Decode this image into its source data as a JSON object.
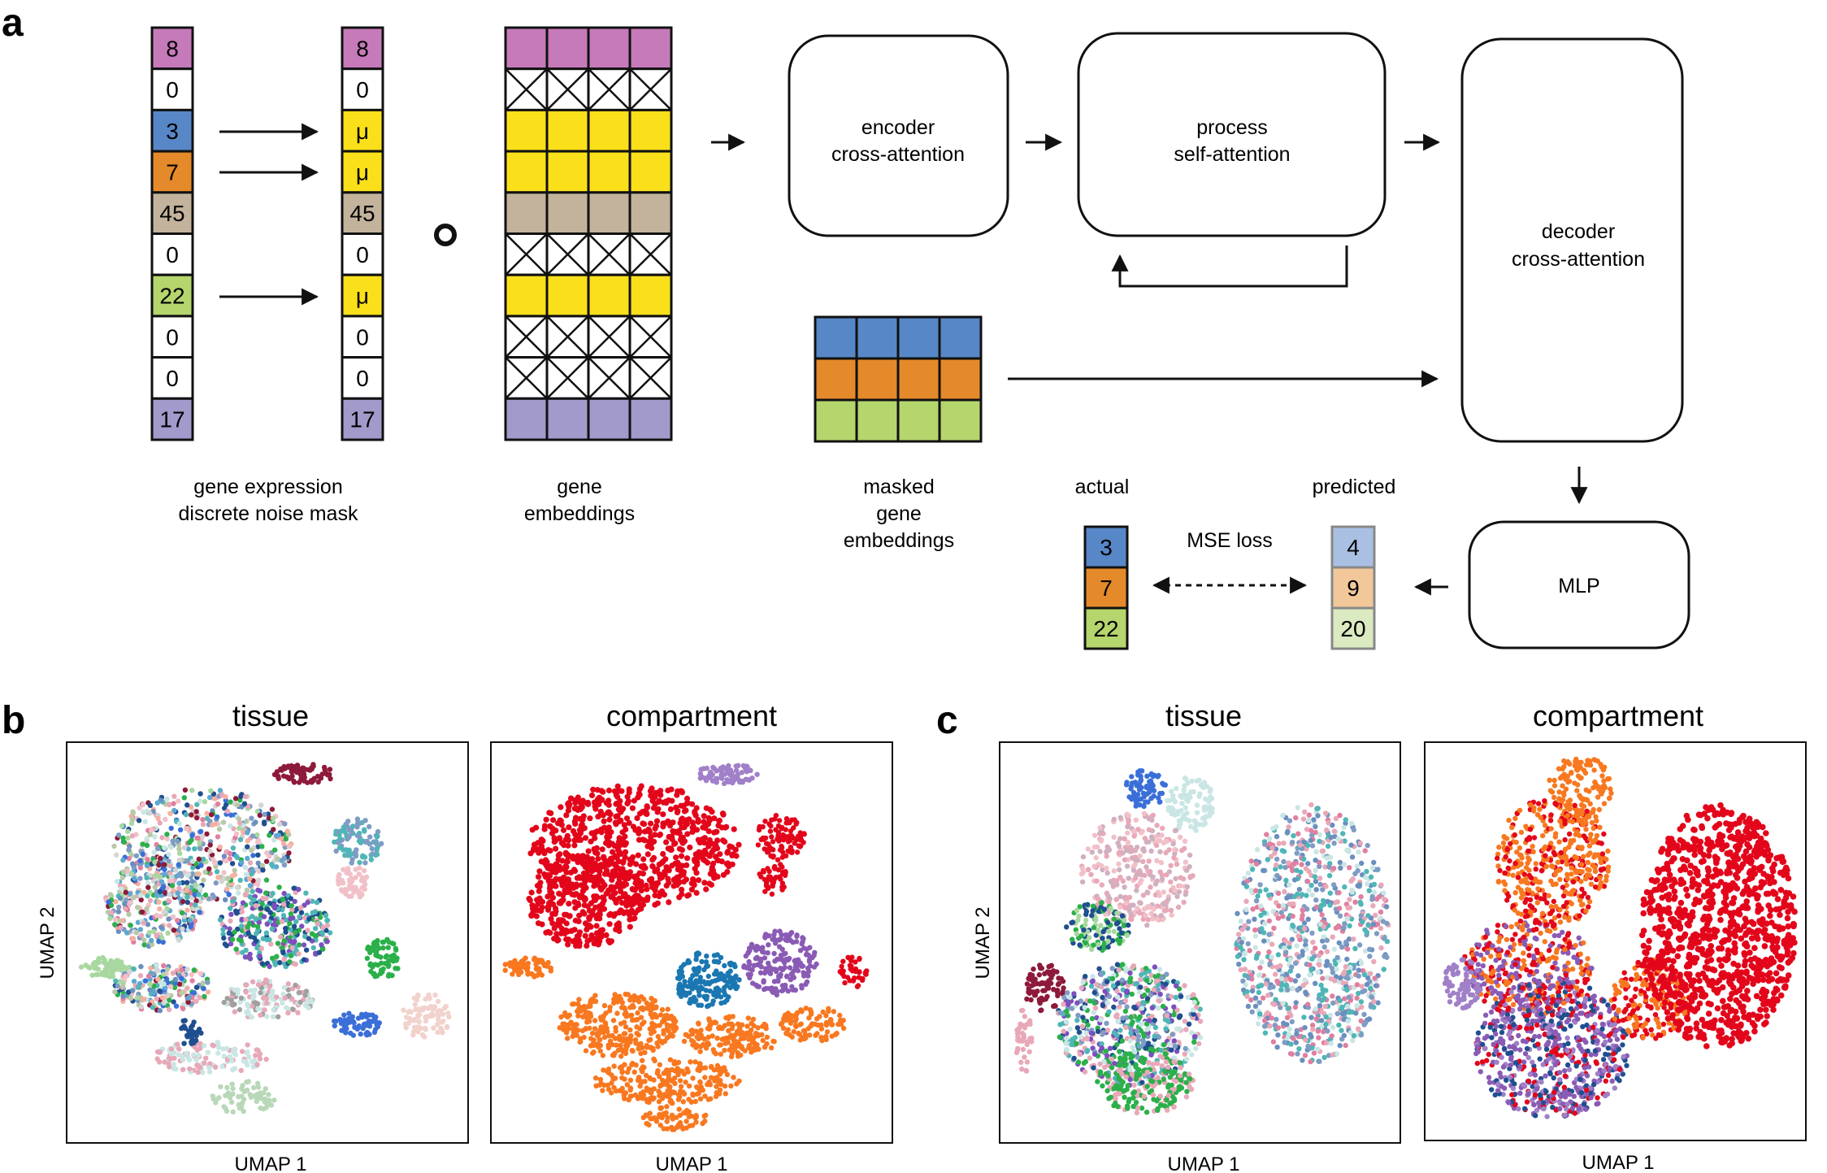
{
  "panels": {
    "a": "a",
    "b": "b",
    "c": "c"
  },
  "expression": {
    "values": [
      "8",
      "0",
      "3",
      "7",
      "45",
      "0",
      "22",
      "0",
      "0",
      "17"
    ],
    "colors": [
      "#c67ab9",
      "#ffffff",
      "#5887c8",
      "#e48a2a",
      "#c3b39c",
      "#ffffff",
      "#b5d56d",
      "#ffffff",
      "#ffffff",
      "#a29acb"
    ],
    "masked_rows": [
      2,
      3,
      6
    ],
    "mask_symbol": "μ",
    "mask_color": "#f9e01b",
    "label_line1": "gene expression",
    "label_line2": "discrete noise mask"
  },
  "hadamard_symbol": "∘",
  "embeddings": {
    "row_types": [
      "color",
      "x",
      "mask",
      "mask",
      "color",
      "x",
      "mask",
      "x",
      "x",
      "color"
    ],
    "label_line1": "gene",
    "label_line2": "embeddings"
  },
  "masked_embeddings": {
    "colors": [
      "#5887c8",
      "#e48a2a",
      "#b5d56d"
    ],
    "label_line1": "masked",
    "label_line2": "gene",
    "label_line3": "embeddings"
  },
  "blocks": {
    "encoder_line1": "encoder",
    "encoder_line2": "cross-attention",
    "process_line1": "process",
    "process_line2": "self-attention",
    "decoder_line1": "decoder",
    "decoder_line2": "cross-attention",
    "mlp": "MLP"
  },
  "loss": {
    "actual_label": "actual",
    "predicted_label": "predicted",
    "loss_label": "MSE loss",
    "actual_values": [
      "3",
      "7",
      "22"
    ],
    "actual_colors": [
      "#5887c8",
      "#e48a2a",
      "#b5d56d"
    ],
    "predicted_values": [
      "4",
      "9",
      "20"
    ],
    "predicted_colors": [
      "#a9c0e3",
      "#f2c89a",
      "#dbeac0"
    ]
  },
  "umap": {
    "b_tissue_title": "tissue",
    "b_compartment_title": "compartment",
    "c_tissue_title": "tissue",
    "c_compartment_title": "compartment",
    "x_label": "UMAP 1",
    "y_label": "UMAP 2"
  },
  "colors": {
    "compartment_red": "#e3061b",
    "compartment_orange": "#f87820",
    "compartment_purple": "#8a5bb5",
    "compartment_blue": "#1a77b2",
    "compartment_lavender": "#a080c8"
  }
}
